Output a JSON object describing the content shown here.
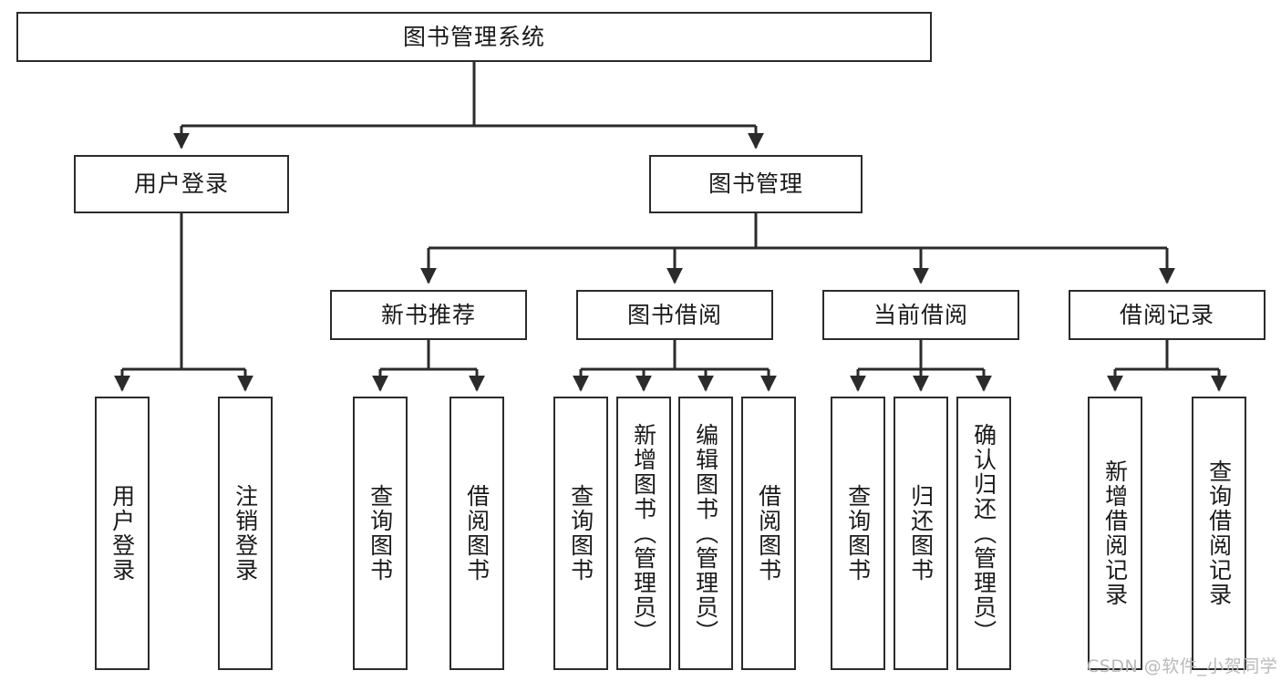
{
  "diagram": {
    "title": "图书管理系统",
    "type": "tree",
    "stroke_color": "#2b2b2b",
    "fill_color": "#ffffff",
    "text_color": "#1a1a1a",
    "watermark_color": "#b9b9b9"
  },
  "watermark": {
    "text": "CSDN @软件_小贺同学"
  },
  "nodes": {
    "root": {
      "label": "图书管理系统"
    },
    "level2": [
      {
        "id": "user-login",
        "label": "用户登录"
      },
      {
        "id": "book-manage",
        "label": "图书管理"
      }
    ],
    "level3": [
      {
        "id": "new-book-recommend",
        "label": "新书推荐"
      },
      {
        "id": "book-borrow",
        "label": "图书借阅"
      },
      {
        "id": "current-borrow",
        "label": "当前借阅"
      },
      {
        "id": "borrow-record",
        "label": "借阅记录"
      }
    ],
    "leaves": {
      "user-login": [
        {
          "id": "leaf-user-login",
          "label": "用户登录"
        },
        {
          "id": "leaf-logout",
          "label": "注销登录"
        }
      ],
      "new-book-recommend": [
        {
          "id": "leaf-query-book-1",
          "label": "查询图书"
        },
        {
          "id": "leaf-borrow-book-1",
          "label": "借阅图书"
        }
      ],
      "book-borrow": [
        {
          "id": "leaf-query-book-2",
          "label": "查询图书"
        },
        {
          "id": "leaf-add-book",
          "label": "新增图书（管理员）"
        },
        {
          "id": "leaf-edit-book",
          "label": "编辑图书（管理员）"
        },
        {
          "id": "leaf-borrow-book-2",
          "label": "借阅图书"
        }
      ],
      "current-borrow": [
        {
          "id": "leaf-query-book-3",
          "label": "查询图书"
        },
        {
          "id": "leaf-return-book",
          "label": "归还图书"
        },
        {
          "id": "leaf-confirm-return",
          "label": "确认归还（管理员）"
        }
      ],
      "borrow-record": [
        {
          "id": "leaf-add-record",
          "label": "新增借阅记录"
        },
        {
          "id": "leaf-query-record",
          "label": "查询借阅记录"
        }
      ]
    }
  }
}
